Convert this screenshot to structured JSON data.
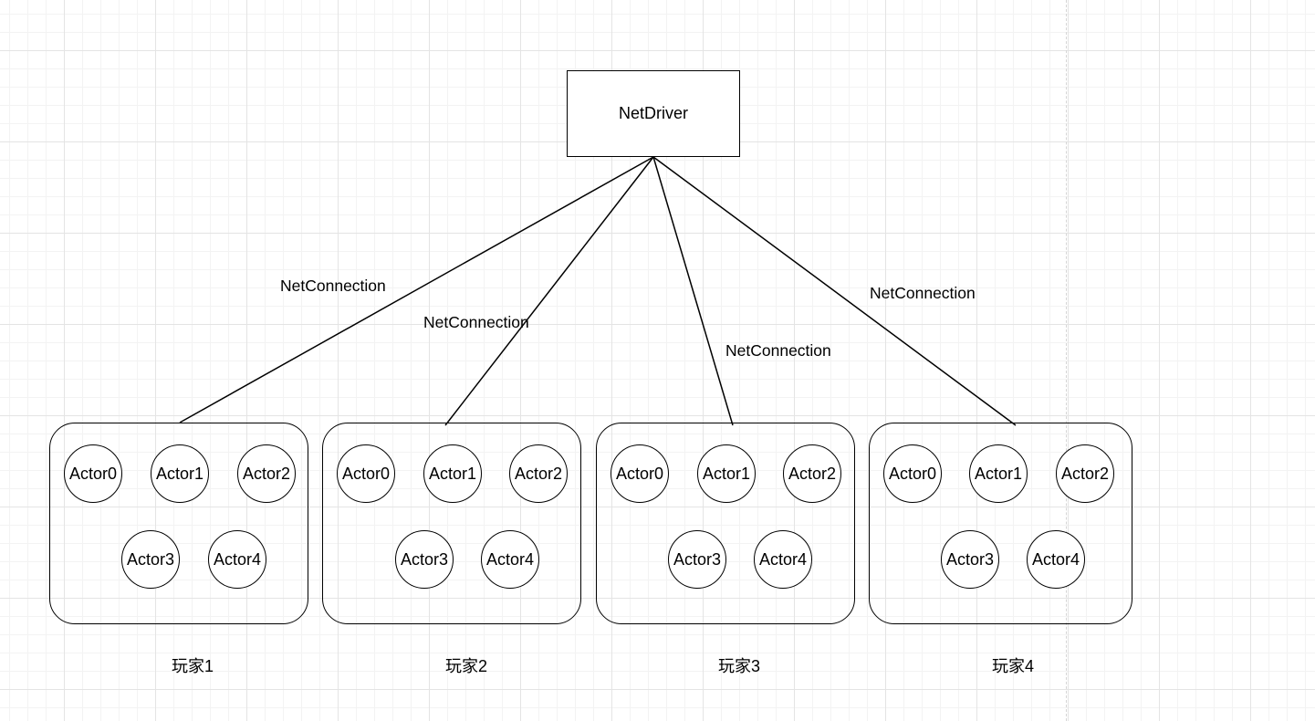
{
  "root": {
    "label": "NetDriver"
  },
  "connections": [
    {
      "label": "NetConnection"
    },
    {
      "label": "NetConnection"
    },
    {
      "label": "NetConnection"
    },
    {
      "label": "NetConnection"
    }
  ],
  "players": [
    {
      "label": "玩家1",
      "actors": [
        "Actor0",
        "Actor1",
        "Actor2",
        "Actor3",
        "Actor4"
      ]
    },
    {
      "label": "玩家2",
      "actors": [
        "Actor0",
        "Actor1",
        "Actor2",
        "Actor3",
        "Actor4"
      ]
    },
    {
      "label": "玩家3",
      "actors": [
        "Actor0",
        "Actor1",
        "Actor2",
        "Actor3",
        "Actor4"
      ]
    },
    {
      "label": "玩家4",
      "actors": [
        "Actor0",
        "Actor1",
        "Actor2",
        "Actor3",
        "Actor4"
      ]
    }
  ]
}
